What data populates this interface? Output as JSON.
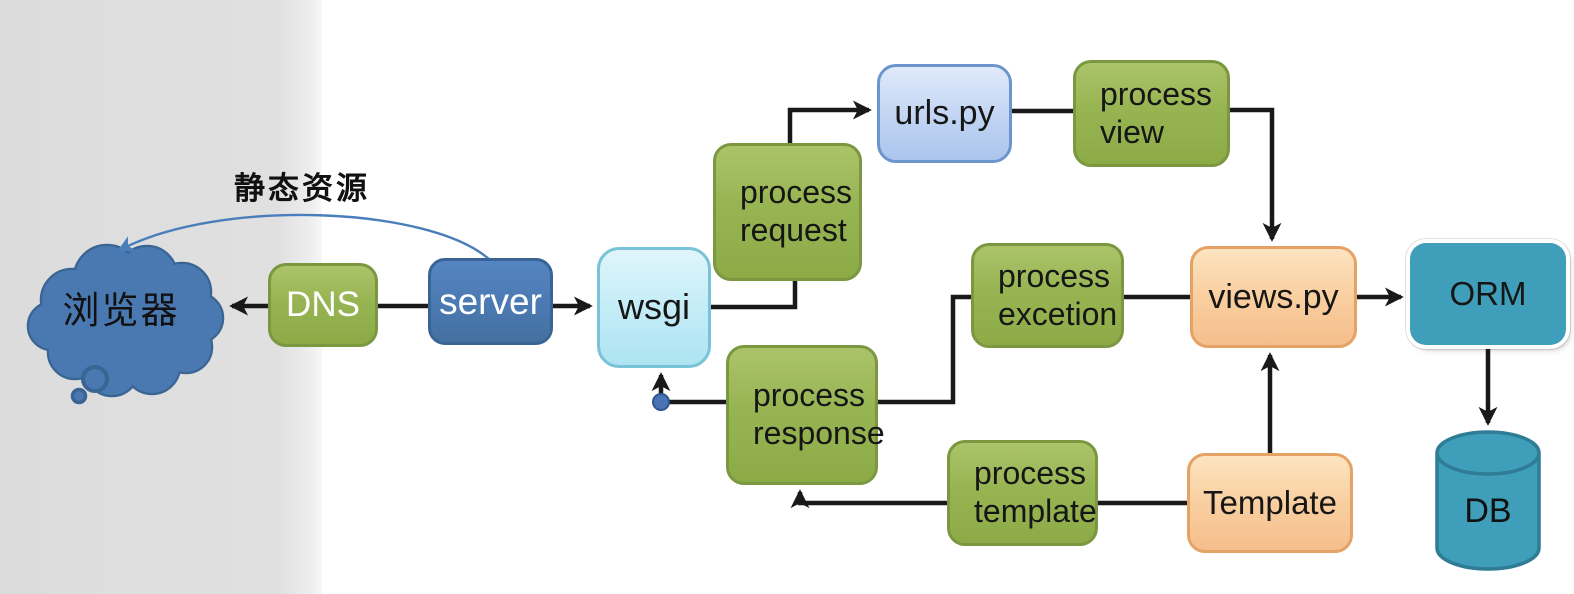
{
  "diagram_title": "django request flow",
  "labels": {
    "static_resources": "静态资源"
  },
  "nodes": {
    "browser": {
      "label": "浏览器",
      "shape": "cloud-callout",
      "fill": "#4a78b0"
    },
    "dns": {
      "label": "DNS",
      "shape": "rounded-rect",
      "fill": "#97b452",
      "text_color": "#ffffff"
    },
    "server": {
      "label": "server",
      "shape": "rounded-rect",
      "fill": "#4a78b0",
      "text_color": "#ffffff"
    },
    "wsgi": {
      "label": "wsgi",
      "shape": "rounded-rect",
      "fill": "#c6edf7"
    },
    "process_request": {
      "label": "process\nrequest",
      "shape": "rounded-rect",
      "fill": "#97b452"
    },
    "urls_py": {
      "label": "urls.py",
      "shape": "rounded-rect",
      "fill": "#c3d6f3"
    },
    "process_view": {
      "label": "process\nview",
      "shape": "rounded-rect",
      "fill": "#97b452"
    },
    "process_excetion": {
      "label": "process\nexcetion",
      "shape": "rounded-rect",
      "fill": "#97b452"
    },
    "views_py": {
      "label": "views.py",
      "shape": "rounded-rect",
      "fill": "#f9cfa0"
    },
    "orm": {
      "label": "ORM",
      "shape": "rounded-rect",
      "fill": "#3f9eba"
    },
    "process_response": {
      "label": "process\nresponse",
      "shape": "rounded-rect",
      "fill": "#97b452"
    },
    "process_template": {
      "label": "process\ntemplate",
      "shape": "rounded-rect",
      "fill": "#97b452"
    },
    "template": {
      "label": "Template",
      "shape": "rounded-rect",
      "fill": "#f9cfa0"
    },
    "db": {
      "label": "DB",
      "shape": "cylinder",
      "fill": "#3f9eba"
    }
  },
  "edges": [
    {
      "from": "server",
      "to": "browser",
      "label": "静态资源",
      "style": "thin-blue-curve-arrow"
    },
    {
      "from": "dns",
      "to": "browser",
      "style": "arrow"
    },
    {
      "from": "dns",
      "to": "server",
      "style": "line"
    },
    {
      "from": "server",
      "to": "wsgi",
      "style": "arrow"
    },
    {
      "from": "wsgi",
      "to": "process_request",
      "style": "elbow-line"
    },
    {
      "from": "process_request",
      "to": "urls_py",
      "style": "elbow-arrow"
    },
    {
      "from": "urls_py",
      "to": "process_view",
      "style": "line"
    },
    {
      "from": "process_view",
      "to": "views_py",
      "style": "elbow-arrow"
    },
    {
      "from": "process_excetion",
      "to": "views_py",
      "style": "line"
    },
    {
      "from": "process_excetion",
      "to": "process_response",
      "style": "elbow-line"
    },
    {
      "from": "process_response",
      "to": "wsgi",
      "style": "arrow-via-dot"
    },
    {
      "from": "process_template",
      "to": "process_response",
      "style": "elbow-arrow"
    },
    {
      "from": "template",
      "to": "process_template",
      "style": "line"
    },
    {
      "from": "template",
      "to": "views_py",
      "style": "arrow"
    },
    {
      "from": "views_py",
      "to": "orm",
      "style": "arrow"
    },
    {
      "from": "orm",
      "to": "db",
      "style": "arrow"
    }
  ],
  "colors": {
    "left_panel": "#dedede",
    "canvas": "#ffffff",
    "arrow": "#191919",
    "green_fill": "#97b452",
    "green_border": "#7b9740",
    "blue_fill": "#4a78b0",
    "cyan_fill": "#c6edf7",
    "lightblue_fill": "#c3d6f3",
    "orange_fill": "#f9cfa0",
    "teal_fill": "#3f9eba",
    "curve_blue": "#4a7ebb"
  }
}
